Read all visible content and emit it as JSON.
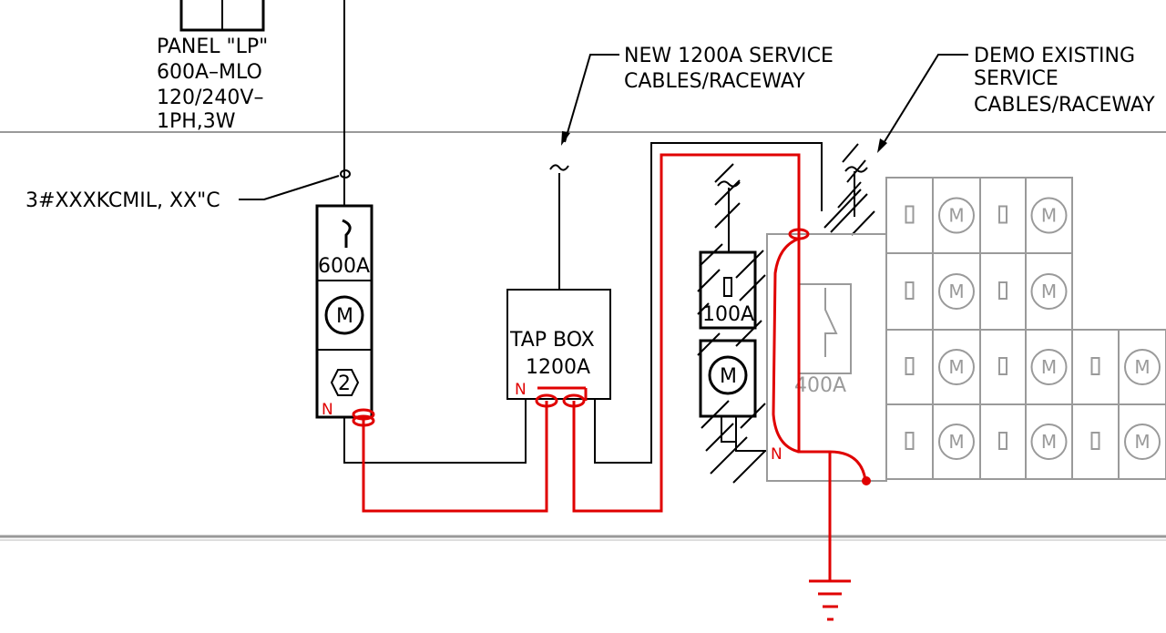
{
  "panel_lp": {
    "line1": "PANEL \"LP\"",
    "line2": "600A–MLO",
    "line3": "120/240V–",
    "line4": "1PH,3W"
  },
  "cable_note": "3#XXXKCMIL, XX\"C",
  "new_service_note": {
    "line1": "NEW 1200A SERVICE",
    "line2": "CABLES/RACEWAY"
  },
  "demo_note": {
    "line1": "DEMO EXISTING",
    "line2": "SERVICE",
    "line3": "CABLES/RACEWAY"
  },
  "switchboard": {
    "breaker_rating": "600A",
    "meter_symbol": "M",
    "tag_number": "2",
    "neutral": "N"
  },
  "tap_box": {
    "line1": "TAP  BOX",
    "line2": "1200A",
    "neutral": "N"
  },
  "existing_disconnect": {
    "rating": "100A",
    "meter_symbol": "M"
  },
  "existing_main": {
    "rating": "400A",
    "neutral": "N"
  },
  "meter_bank": {
    "meter_symbol": "M",
    "row_meter_counts": [
      2,
      2,
      3,
      3
    ]
  },
  "colors": {
    "drawing_line": "#000000",
    "new_work": "#e00000",
    "existing_gray": "#9a9a9a"
  }
}
